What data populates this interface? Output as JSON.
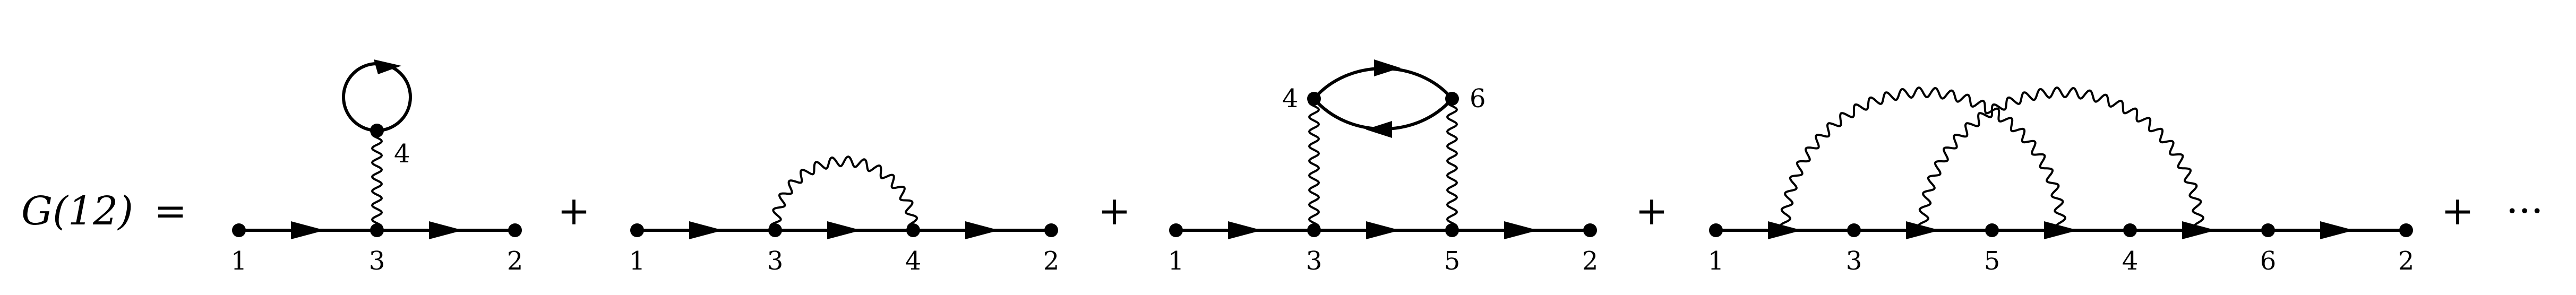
{
  "equation": {
    "lhs": "G(12)",
    "equals": "=",
    "plus": "+",
    "ellipsis": "···"
  },
  "diagrams": [
    {
      "name": "hartree-tadpole",
      "vertex_labels": [
        "1",
        "3",
        "2"
      ],
      "loop_vertex_label": "4"
    },
    {
      "name": "exchange",
      "vertex_labels": [
        "1",
        "3",
        "4",
        "2"
      ]
    },
    {
      "name": "bubble",
      "vertex_labels": [
        "1",
        "3",
        "5",
        "2"
      ],
      "loop_left_label": "4",
      "loop_right_label": "6"
    },
    {
      "name": "crossed",
      "vertex_labels": [
        "1",
        "3",
        "5",
        "4",
        "6",
        "2"
      ]
    }
  ],
  "colors": {
    "ink": "#000000",
    "background": "#ffffff"
  }
}
